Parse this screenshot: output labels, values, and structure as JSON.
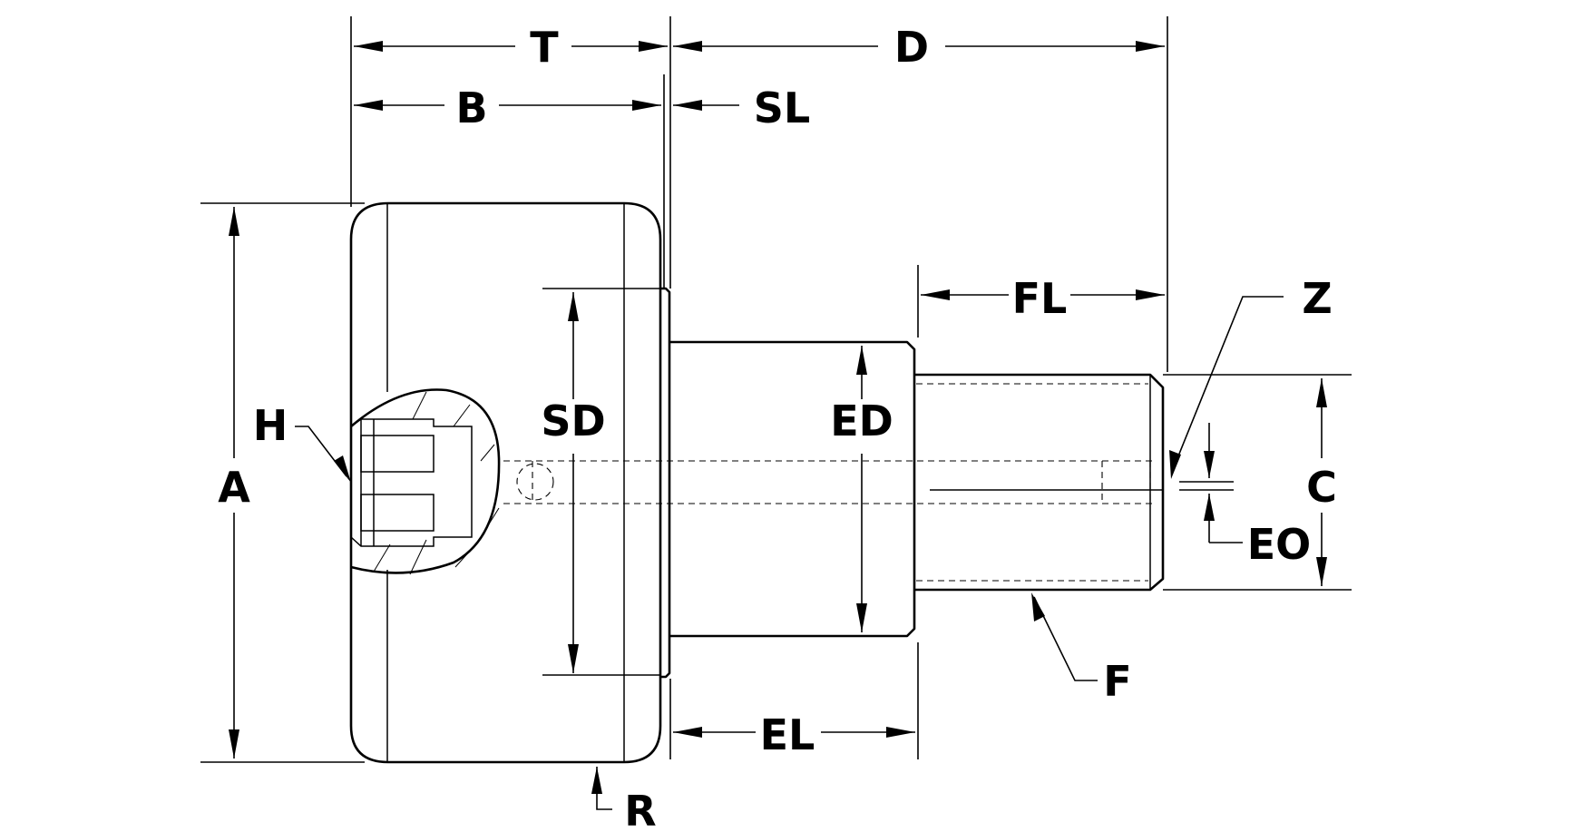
{
  "labels": {
    "T": "T",
    "D": "D",
    "B": "B",
    "SL": "SL",
    "FL": "FL",
    "Z": "Z",
    "SD": "SD",
    "ED": "ED",
    "H": "H",
    "A": "A",
    "C": "C",
    "EO": "EO",
    "F": "F",
    "EL": "EL",
    "R": "R"
  }
}
